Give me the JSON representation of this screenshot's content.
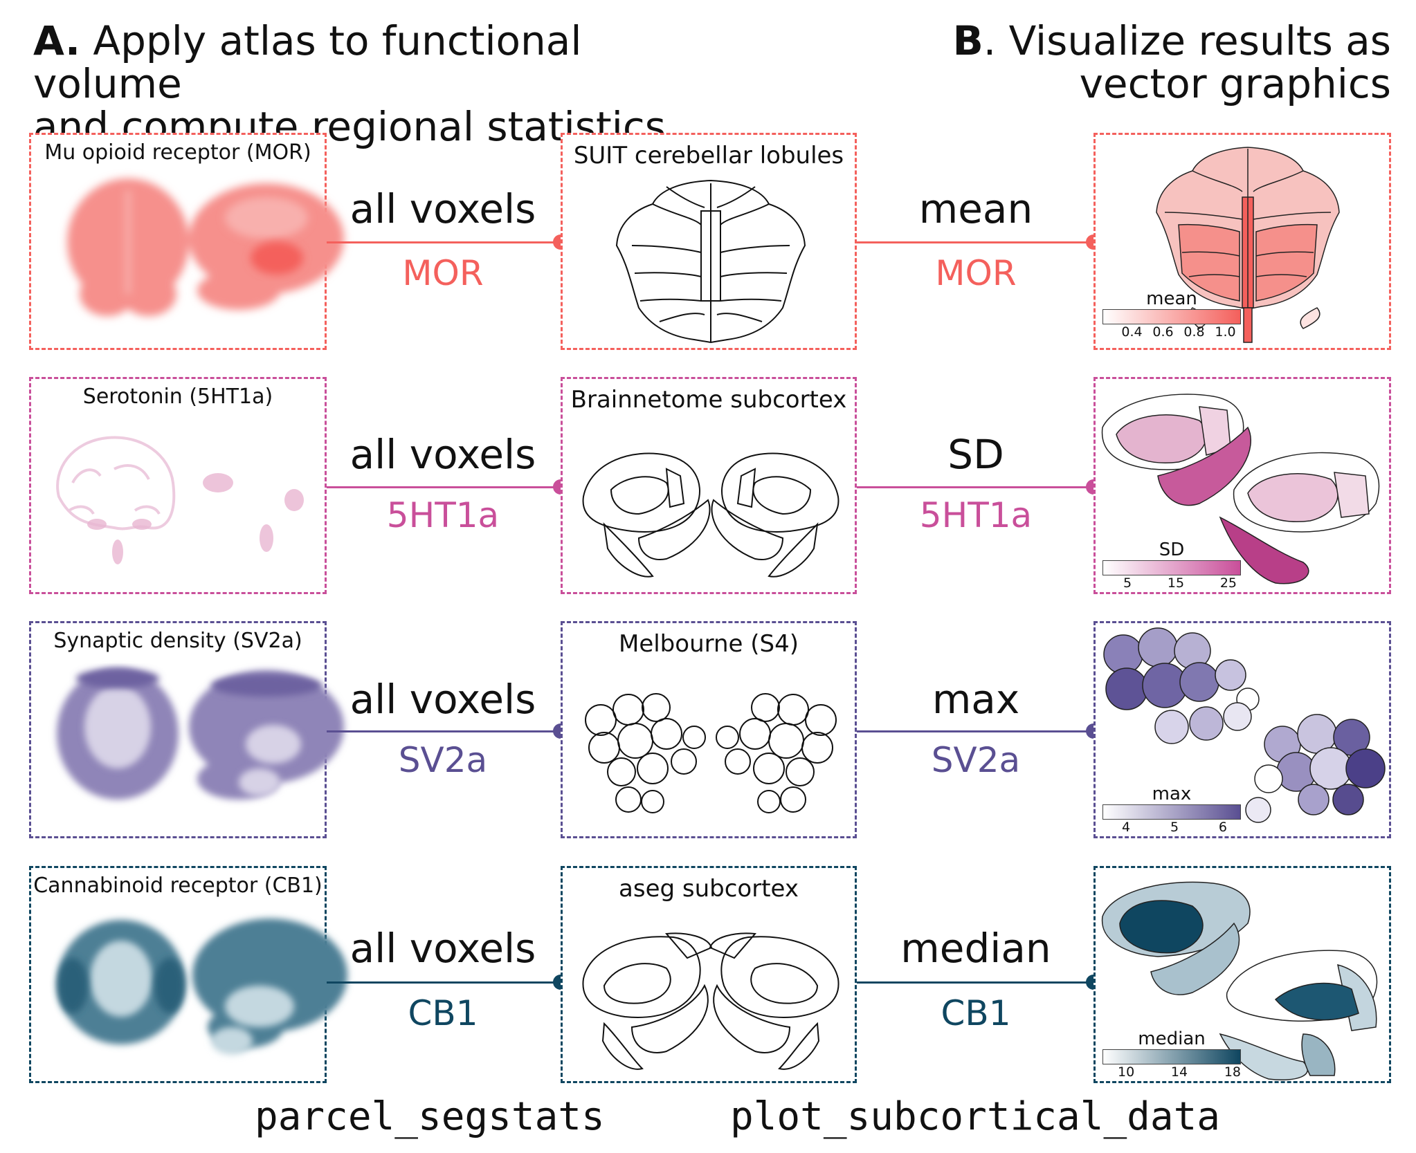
{
  "heading_a": {
    "tag": "A.",
    "line1": " Apply atlas to functional volume",
    "line2": "and compute regional statistics"
  },
  "heading_b": {
    "tag": "B",
    "line1": ". Visualize results as",
    "line2": "vector graphics"
  },
  "functions": {
    "left": "parcel_segstats",
    "right": "plot_subcortical_data"
  },
  "rows": [
    {
      "volume_title": "Mu opioid receptor (MOR)",
      "op": "all voxels",
      "label": "MOR",
      "atlas": "SUIT cerebellar lobules",
      "stat": "mean",
      "colorbar": {
        "title": "mean",
        "ticks": [
          "0.4",
          "0.6",
          "0.8",
          "1.0"
        ]
      },
      "color": "#f4605c"
    },
    {
      "volume_title": "Serotonin (5HT1a)",
      "op": "all voxels",
      "label": "5HT1a",
      "atlas": "Brainnetome subcortex",
      "stat": "SD",
      "colorbar": {
        "title": "SD",
        "ticks": [
          "5",
          "15",
          "25"
        ]
      },
      "color": "#c94f9a"
    },
    {
      "volume_title": "Synaptic density (SV2a)",
      "op": "all voxels",
      "label": "SV2a",
      "atlas": "Melbourne (S4)",
      "stat": "max",
      "colorbar": {
        "title": "max",
        "ticks": [
          "4",
          "5",
          "6"
        ]
      },
      "color": "#5a4f92"
    },
    {
      "volume_title": "Cannabinoid receptor (CB1)",
      "op": "all voxels",
      "label": "CB1",
      "atlas": "aseg subcortex",
      "stat": "median",
      "colorbar": {
        "title": "median",
        "ticks": [
          "10",
          "14",
          "18"
        ]
      },
      "color": "#0f4660"
    }
  ],
  "icons": {
    "volume": "brain-volume-icon",
    "atlas": "atlas-outline-icon",
    "result": "colored-atlas-icon"
  }
}
